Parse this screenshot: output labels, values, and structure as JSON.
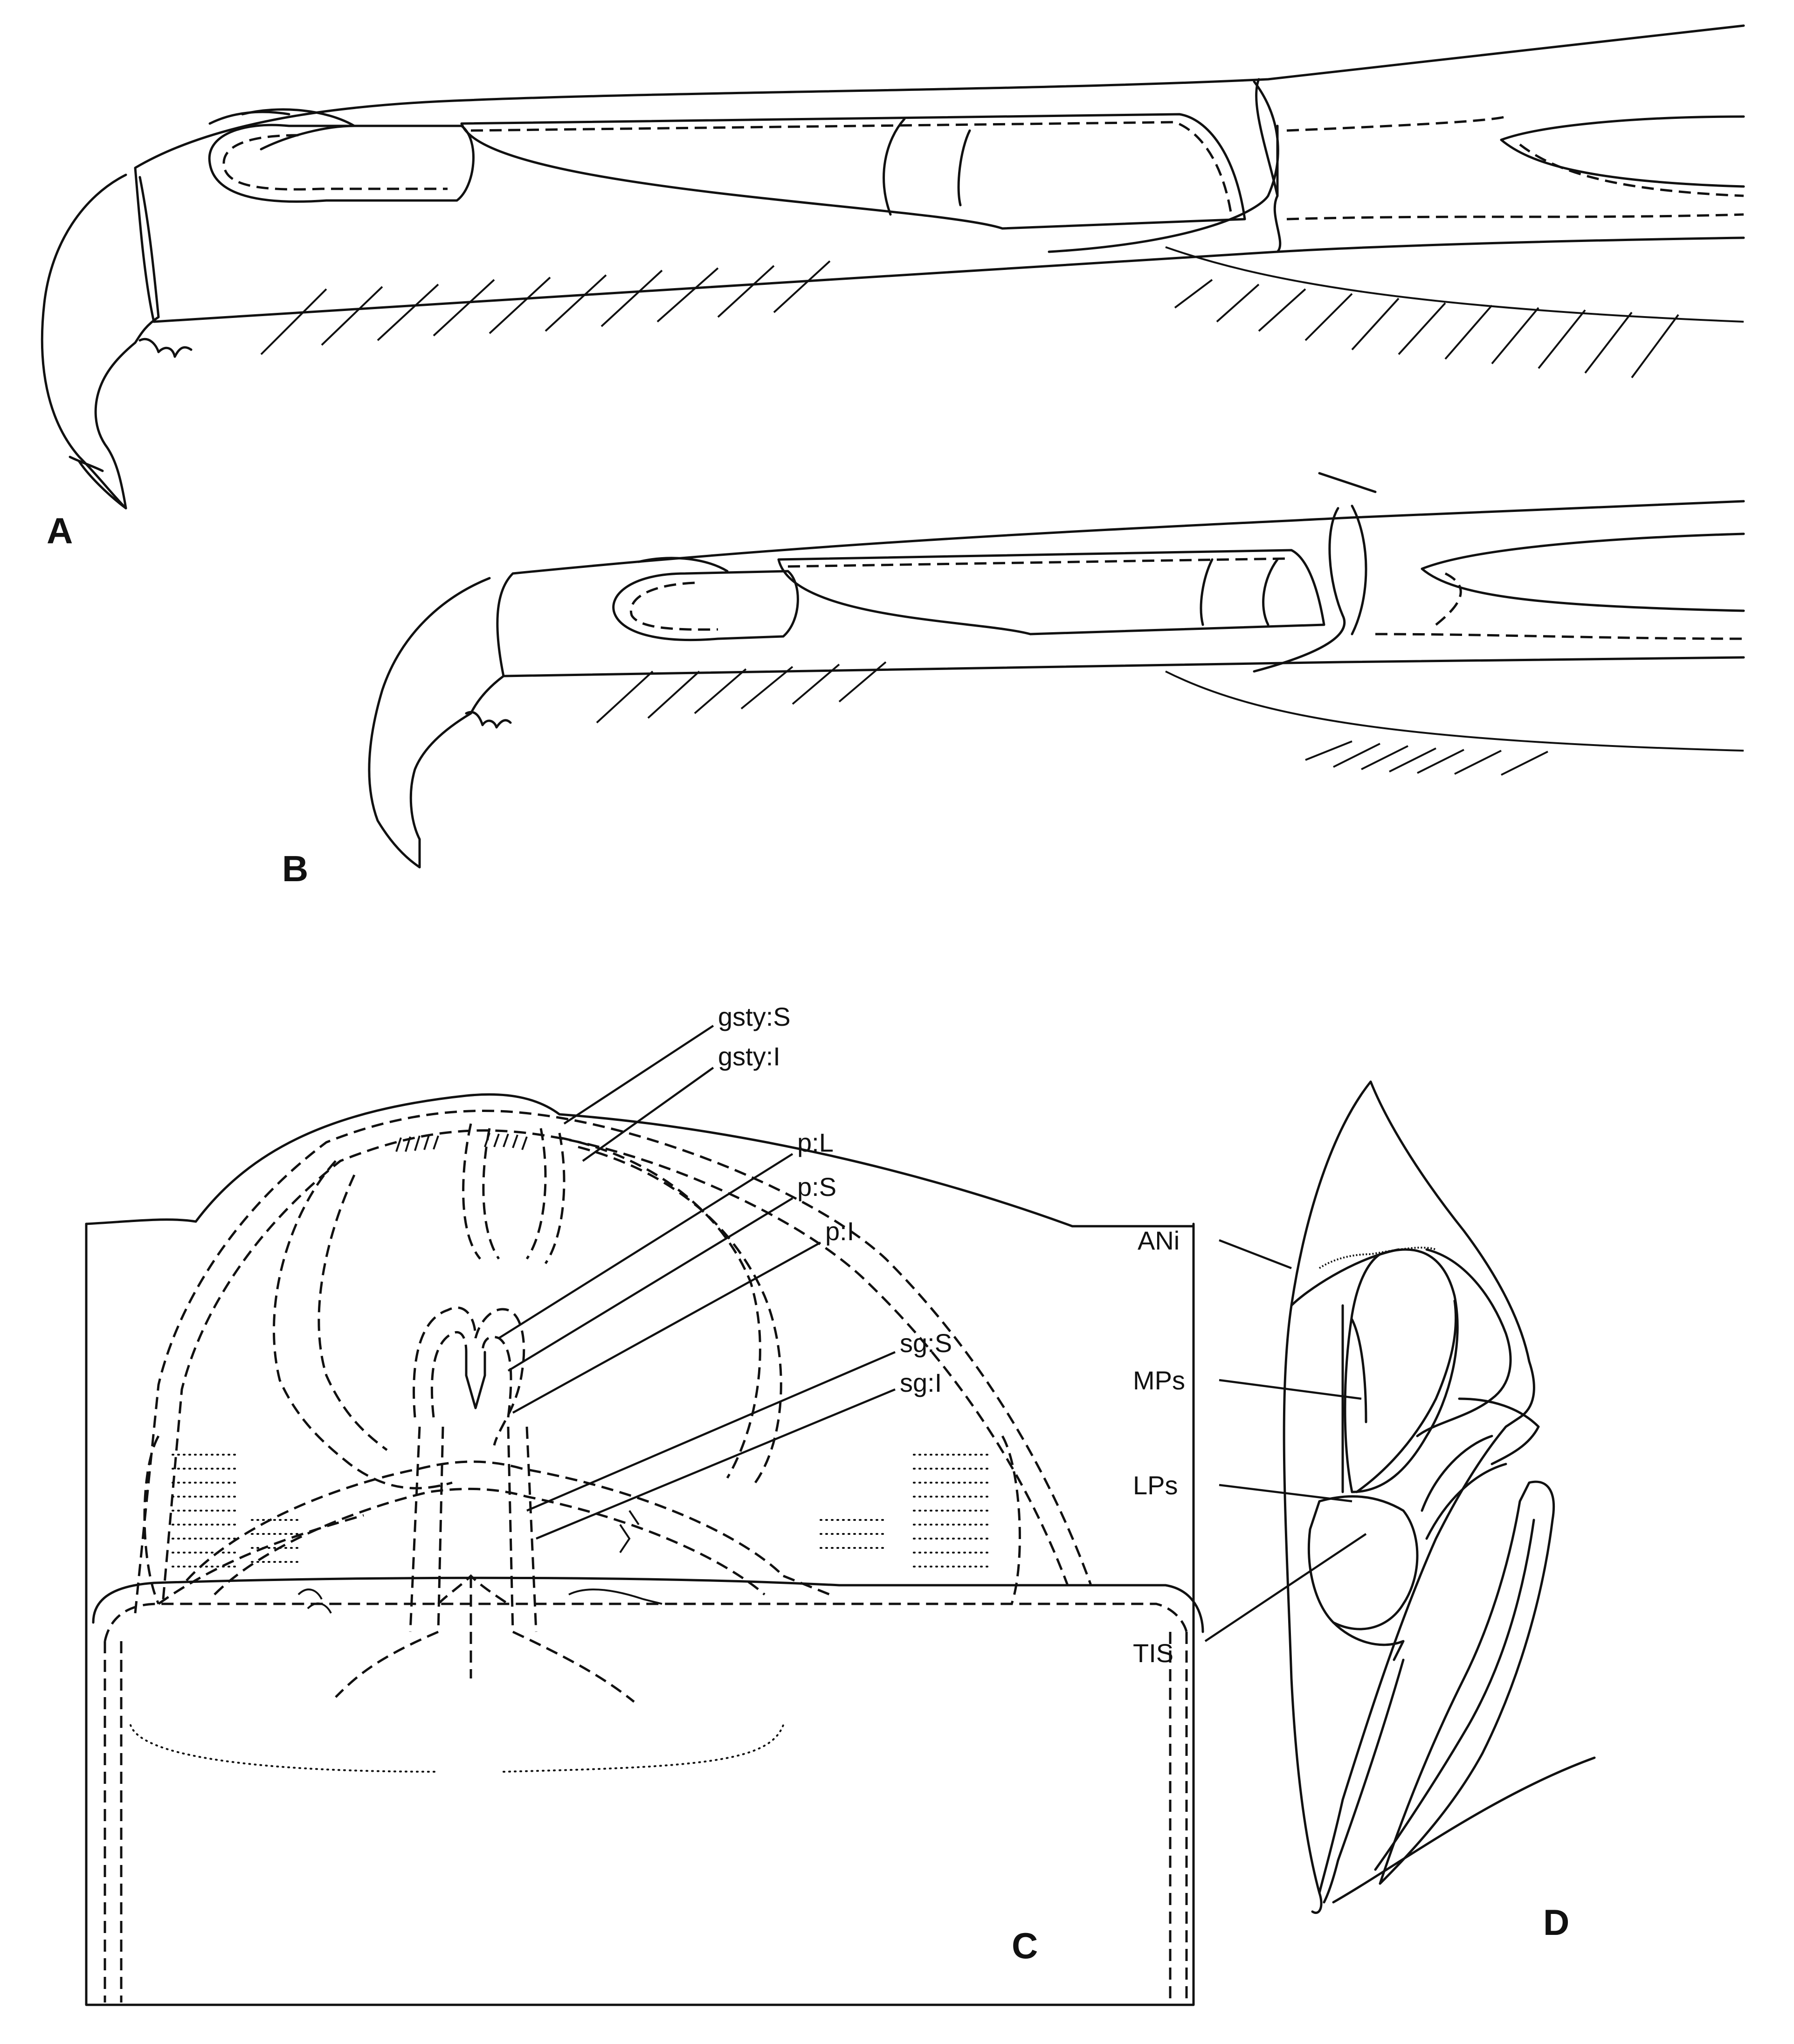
{
  "panels": {
    "a": "A",
    "b": "B",
    "c": "C",
    "d": "D"
  },
  "labels_c": {
    "gsty_s": "gsty:S",
    "gsty_i": "gsty:I",
    "p_l": "p:L",
    "p_s": "p:S",
    "p_i": "p:I",
    "sg_s": "sg:S",
    "sg_i": "sg:I"
  },
  "labels_d": {
    "ani": "ANi",
    "mps": "MPs",
    "lps": "LPs",
    "tis": "TIS"
  }
}
